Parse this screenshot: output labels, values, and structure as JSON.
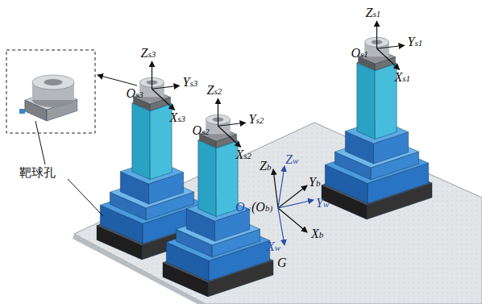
{
  "diagram": {
    "labels": [
      "Zs1",
      "Ys1",
      "Os1",
      "Xs1",
      "Zs3",
      "Ys3",
      "Os3",
      "Xs3",
      "Zs2",
      "Ys2",
      "Os2",
      "Xs2",
      "Zb",
      "Zw",
      "Yb",
      "Yw",
      "Ow",
      "(Ob)",
      "Xw",
      "Xb",
      "G",
      "靶球孔"
    ]
  }
}
